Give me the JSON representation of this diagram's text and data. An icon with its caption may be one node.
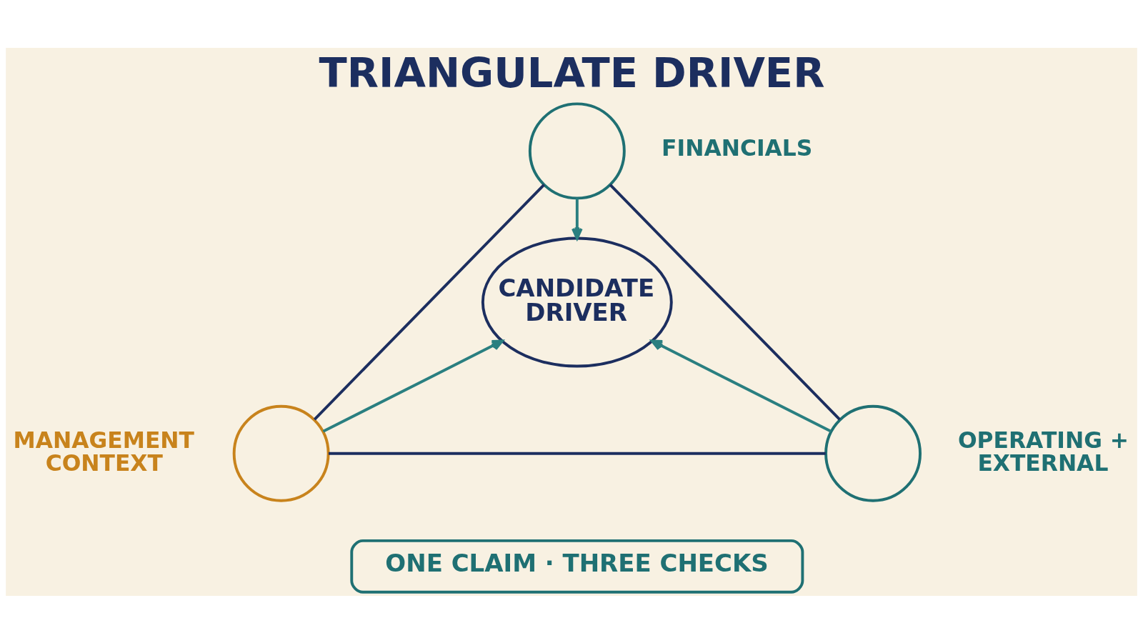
{
  "diagram": {
    "title": "TRIANGULATE DRIVER",
    "nodes": [
      {
        "text": [],
        "shape": "circle",
        "beside": [
          "FINANCIALS"
        ]
      },
      {
        "text": [
          "CANDIDATE DRIVER"
        ]
      },
      {
        "text": [],
        "shape": "circle",
        "beside": [
          "MANAGEMENT CONTEXT"
        ]
      },
      {
        "text": [],
        "shape": "circle",
        "beside": [
          "OPERATING + EXTERNAL"
        ]
      },
      {
        "text": [
          "ONE CLAIM · THREE CHECKS"
        ]
      }
    ],
    "edges": [
      {
        "from": 0,
        "to": 2,
        "arrow": "none"
      },
      {
        "from": 0,
        "to": 3,
        "arrow": "none"
      },
      {
        "from": 2,
        "to": 3,
        "arrow": "none"
      },
      {
        "from": 0,
        "to": 1,
        "arrow": "to",
        "color": "#2a7f80"
      },
      {
        "from": 2,
        "to": 1,
        "arrow": "to",
        "color": "#2a7f80"
      },
      {
        "from": 3,
        "to": 1,
        "arrow": "to",
        "color": "#2a7f80"
      }
    ]
  }
}
